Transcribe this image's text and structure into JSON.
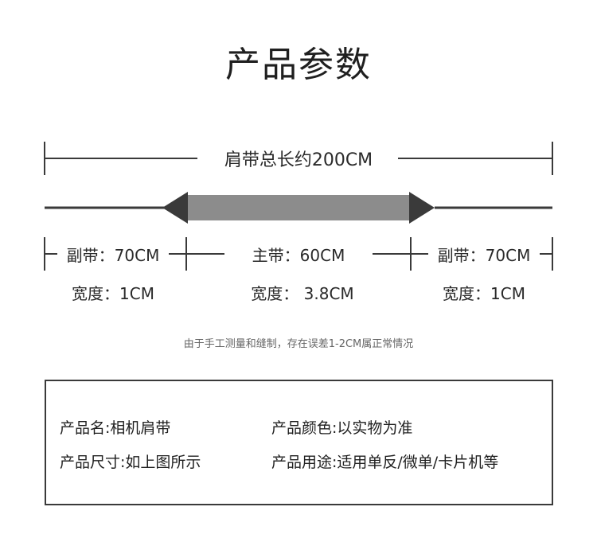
{
  "title": "产品参数",
  "diagram": {
    "total_length_label": "肩带总长约200CM",
    "segments": [
      {
        "label": "副带：70CM",
        "width_label": "宽度：1CM"
      },
      {
        "label": "主带：60CM",
        "width_label": "宽度： 3.8CM"
      },
      {
        "label": "副带：70CM",
        "width_label": "宽度：1CM"
      }
    ],
    "colors": {
      "line": "#3a3a3a",
      "main_strap": "#8c8c8c",
      "arrow_head": "#3a3a3a"
    }
  },
  "note": "由于手工测量和缝制，存在误差1-2CM属正常情况",
  "info": {
    "name": "产品名:相机肩带",
    "color": "产品颜色:以实物为准",
    "size": "产品尺寸:如上图所示",
    "usage": "产品用途:适用单反/微单/卡片机等"
  }
}
